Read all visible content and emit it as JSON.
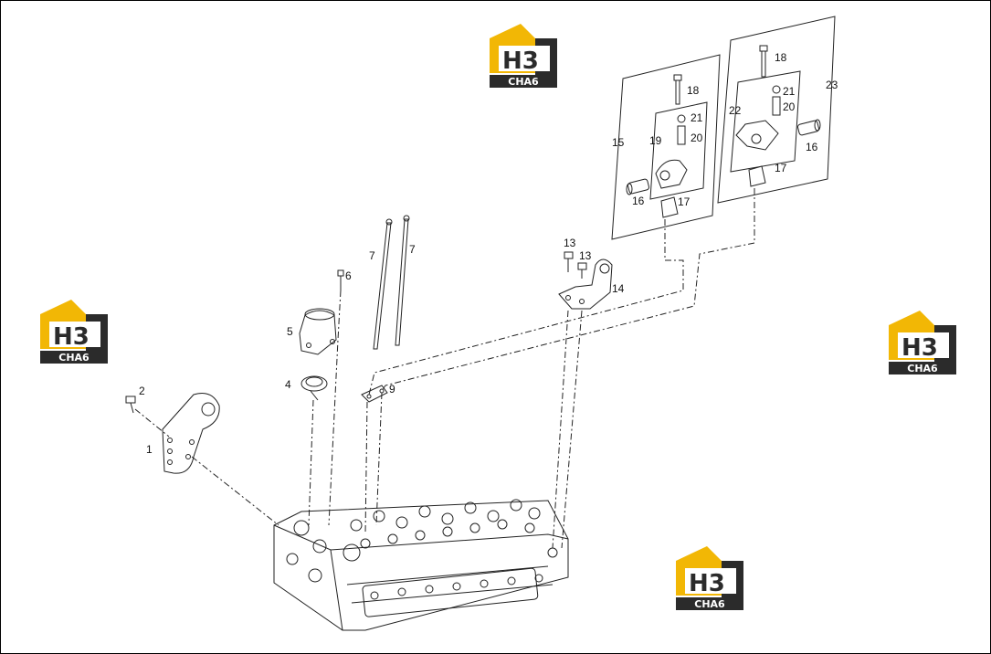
{
  "callouts": {
    "c1": "1",
    "c2": "2",
    "c4": "4",
    "c5": "5",
    "c6": "6",
    "c7a": "7",
    "c7b": "7",
    "c9": "9",
    "c13a": "13",
    "c13b": "13",
    "c14": "14",
    "c15": "15",
    "c16a": "16",
    "c16b": "16",
    "c17a": "17",
    "c17b": "17",
    "c18a": "18",
    "c18b": "18",
    "c19": "19",
    "c20a": "20",
    "c20b": "20",
    "c21a": "21",
    "c21b": "21",
    "c22": "22",
    "c23": "23"
  },
  "watermarks": [
    {
      "letters": "H3",
      "text": "CHA6"
    },
    {
      "letters": "H3",
      "text": "CHA6"
    },
    {
      "letters": "H3",
      "text": "CHA6"
    },
    {
      "letters": "H3",
      "text": "CHA6"
    }
  ],
  "colors": {
    "logo_yellow": "#f2b705",
    "logo_dark": "#2b2b2b",
    "line": "#222222"
  }
}
